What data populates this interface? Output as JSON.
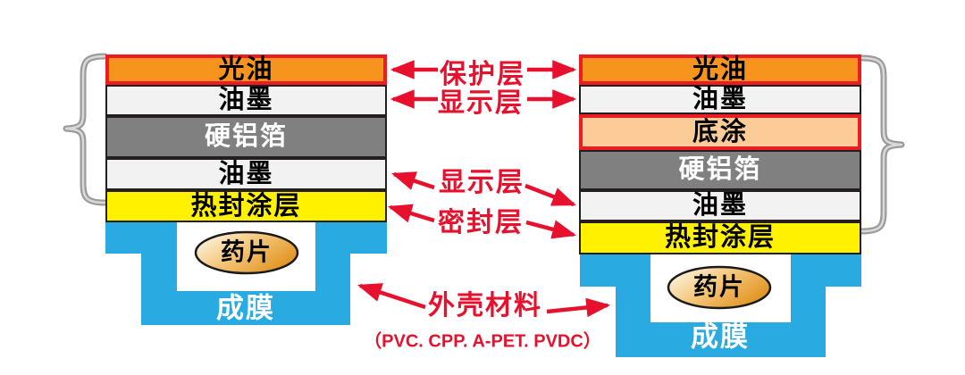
{
  "left_stack": {
    "layers": [
      {
        "label": "光油",
        "type": "varnish"
      },
      {
        "label": "油墨",
        "type": "ink"
      },
      {
        "label": "硬铝箔",
        "type": "foil"
      },
      {
        "label": "油墨",
        "type": "ink"
      },
      {
        "label": "热封涂层",
        "type": "seal"
      }
    ],
    "blister": {
      "pill_label": "药片",
      "film_label": "成膜"
    }
  },
  "right_stack": {
    "layers": [
      {
        "label": "光油",
        "type": "varnish"
      },
      {
        "label": "油墨",
        "type": "ink"
      },
      {
        "label": "底涂",
        "type": "primer"
      },
      {
        "label": "硬铝箔",
        "type": "foil"
      },
      {
        "label": "油墨",
        "type": "ink"
      },
      {
        "label": "热封涂层",
        "type": "seal"
      }
    ],
    "blister": {
      "pill_label": "药片",
      "film_label": "成膜"
    }
  },
  "annotations": {
    "protective_layer": "保护层",
    "display_layer_top": "显示层",
    "display_layer_bottom": "显示层",
    "sealing_layer": "密封层",
    "shell_material": "外壳材料",
    "shell_material_options": "（PVC. CPP. A-PET. PVDC）"
  },
  "colors": {
    "varnish_orange": "#F7941E",
    "primer_peach": "#FBCB98",
    "ink_light": "#F2F2F2",
    "foil_gray": "#808080",
    "seal_yellow": "#FFF100",
    "blister_blue": "#29ABE2",
    "annotation_red": "#E8112D",
    "highlight_border_red": "#ED1C24",
    "brace_gray": "#A8A8A8"
  }
}
